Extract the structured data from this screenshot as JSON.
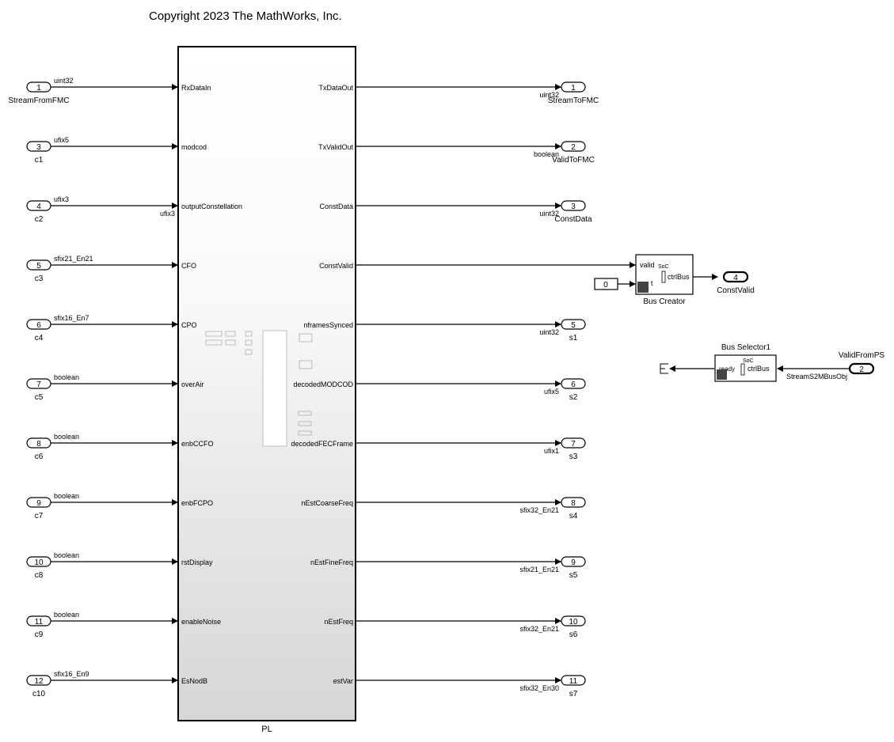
{
  "copyright": "Copyright 2023 The MathWorks, Inc.",
  "subsystem": {
    "name": "PL",
    "inputs": [
      {
        "port": "RxDataIn",
        "inport_num": "1",
        "inport_name": "StreamFromFMC",
        "type": "uint32"
      },
      {
        "port": "modcod",
        "inport_num": "3",
        "inport_name": "c1",
        "type": "ufix5"
      },
      {
        "port": "outputConstellation",
        "inport_num": "4",
        "inport_name": "c2",
        "type": "ufix3",
        "port_type": "ufix3"
      },
      {
        "port": "CFO",
        "inport_num": "5",
        "inport_name": "c3",
        "type": "sfix21_En21"
      },
      {
        "port": "CPO",
        "inport_num": "6",
        "inport_name": "c4",
        "type": "sfix16_En7"
      },
      {
        "port": "overAir",
        "inport_num": "7",
        "inport_name": "c5",
        "type": "boolean"
      },
      {
        "port": "enbCCFO",
        "inport_num": "8",
        "inport_name": "c6",
        "type": "boolean"
      },
      {
        "port": "enbFCPO",
        "inport_num": "9",
        "inport_name": "c7",
        "type": "boolean"
      },
      {
        "port": "rstDisplay",
        "inport_num": "10",
        "inport_name": "c8",
        "type": "boolean"
      },
      {
        "port": "enableNoise",
        "inport_num": "11",
        "inport_name": "c9",
        "type": "boolean"
      },
      {
        "port": "EsNodB",
        "inport_num": "12",
        "inport_name": "c10",
        "type": "sfix16_En9"
      }
    ],
    "outputs": [
      {
        "port": "TxDataOut",
        "outport_num": "1",
        "outport_name": "StreamToFMC",
        "type": "uint32"
      },
      {
        "port": "TxValidOut",
        "outport_num": "2",
        "outport_name": "ValidToFMC",
        "type": "boolean"
      },
      {
        "port": "ConstData",
        "outport_num": "3",
        "outport_name": "ConstData",
        "type": "uint32"
      },
      {
        "port": "ConstValid",
        "outport_num": "",
        "outport_name": "",
        "type": ""
      },
      {
        "port": "nframesSynced",
        "outport_num": "5",
        "outport_name": "s1",
        "type": "uint32"
      },
      {
        "port": "decodedMODCOD",
        "outport_num": "6",
        "outport_name": "s2",
        "type": "ufix5"
      },
      {
        "port": "decodedFECFrame",
        "outport_num": "7",
        "outport_name": "s3",
        "type": "ufix1"
      },
      {
        "port": "nEstCoarseFreq",
        "outport_num": "8",
        "outport_name": "s4",
        "type": "sfix32_En21"
      },
      {
        "port": "nEstFineFreq",
        "outport_num": "9",
        "outport_name": "s5",
        "type": "sfix21_En21"
      },
      {
        "port": "nEstFreq",
        "outport_num": "10",
        "outport_name": "s6",
        "type": "sfix32_En21"
      },
      {
        "port": "estVar",
        "outport_num": "11",
        "outport_name": "s7",
        "type": "sfix32_En30"
      }
    ]
  },
  "bus_creator": {
    "name": "Bus Creator",
    "in1": "valid",
    "in2": "t",
    "out": "ctrlBus",
    "badge": "SoC",
    "constant": "0",
    "outport_num": "4",
    "outport_name": "ConstValid"
  },
  "bus_selector": {
    "name": "Bus Selector1",
    "in": "ctrlBus",
    "out": "ready",
    "badge": "SoC",
    "inport_num": "2",
    "inport_name": "ValidFromPS",
    "signal": "StreamS2MBusObj"
  }
}
